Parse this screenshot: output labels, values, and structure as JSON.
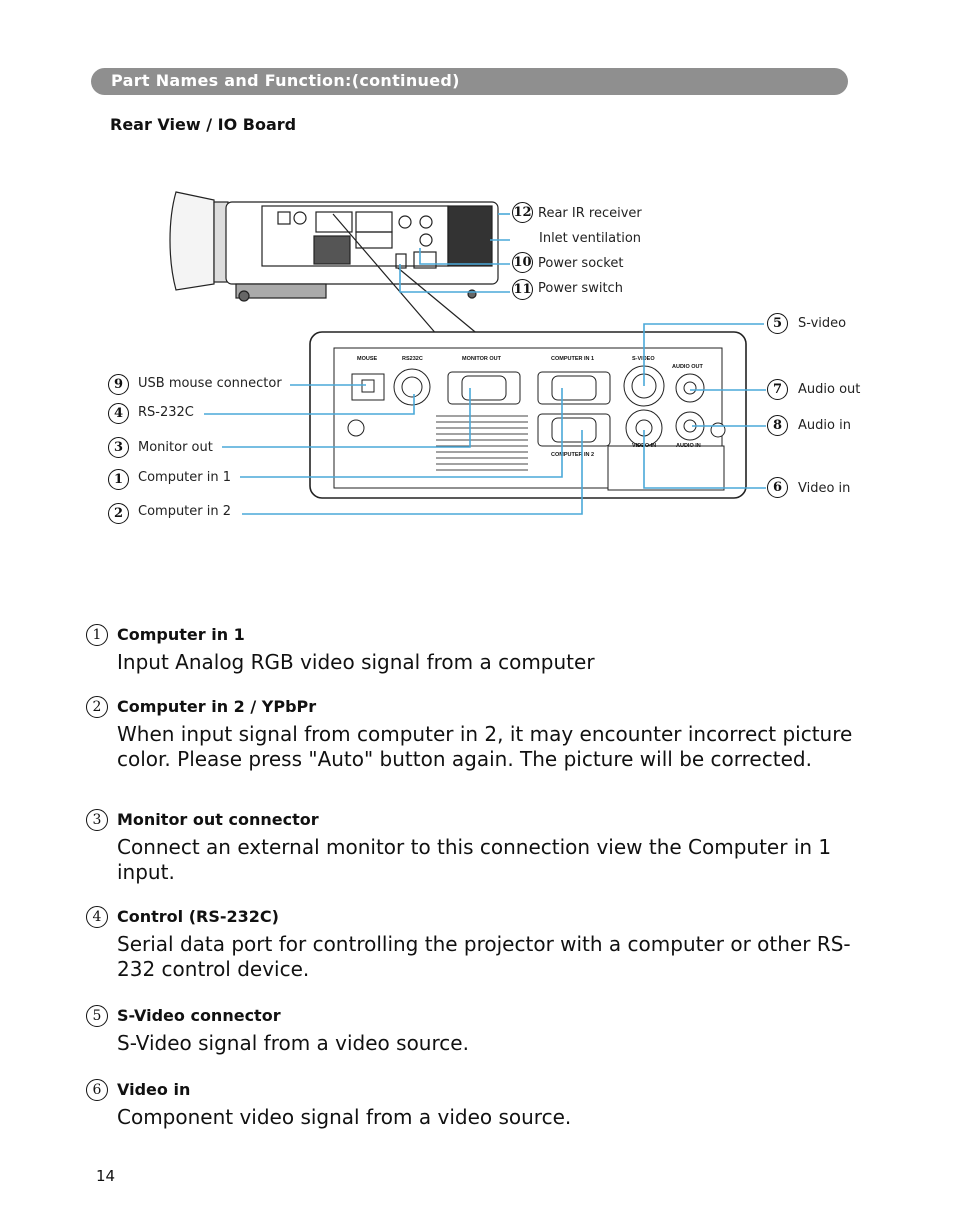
{
  "banner": "Part Names and Function:(continued)",
  "subtitle": "Rear View / IO Board",
  "diagram": {
    "top_callouts": [
      {
        "num": "12",
        "label": "Rear IR receiver"
      },
      {
        "num": "",
        "label": "Inlet ventilation"
      },
      {
        "num": "10",
        "label": "Power socket"
      },
      {
        "num": "11",
        "label": "Power switch"
      }
    ],
    "left_callouts": [
      {
        "num": "9",
        "label": "USB mouse connector"
      },
      {
        "num": "4",
        "label": "RS-232C"
      },
      {
        "num": "3",
        "label": "Monitor out"
      },
      {
        "num": "1",
        "label": "Computer in 1"
      },
      {
        "num": "2",
        "label": "Computer in 2"
      }
    ],
    "right_callouts": [
      {
        "num": "5",
        "label": "S-video"
      },
      {
        "num": "7",
        "label": "Audio out"
      },
      {
        "num": "8",
        "label": "Audio in"
      },
      {
        "num": "6",
        "label": "Video in"
      }
    ],
    "panel_labels": {
      "mouse": "MOUSE",
      "rs232c": "RS232C",
      "monitor_out": "MONITOR OUT",
      "computer_in_1": "COMPUTER IN 1",
      "s_video": "S-VIDEO",
      "audio_out": "AUDIO OUT",
      "computer_in_2": "COMPUTER IN 2",
      "video_in": "VIDEO IN",
      "audio_in": "AUDIO IN"
    },
    "colors": {
      "callout_line": "#4aa8d8",
      "panel_stroke": "#222222"
    }
  },
  "items": [
    {
      "num": "1",
      "title": "Computer in 1",
      "body": "Input Analog RGB video signal from a computer"
    },
    {
      "num": "2",
      "title": "Computer in 2 / YPbPr",
      "body": "When input signal from computer in 2, it may encounter incorrect picture color. Please press \"Auto\" button again. The picture will be corrected."
    },
    {
      "num": "3",
      "title": "Monitor out connector",
      "body": "Connect an external monitor to this connection view the Computer in 1 input."
    },
    {
      "num": "4",
      "title": "Control (RS-232C)",
      "body": "Serial data port for controlling the projector with a computer or other RS-232 control device."
    },
    {
      "num": "5",
      "title": "S-Video connector",
      "body": "S-Video signal from a video source."
    },
    {
      "num": "6",
      "title": "Video in",
      "body": "Component video signal from a video source."
    }
  ],
  "page_number": "14"
}
